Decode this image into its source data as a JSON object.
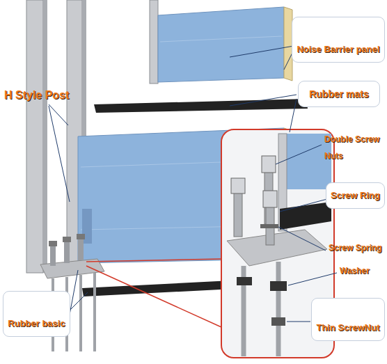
{
  "diagram": {
    "nodes": [
      {
        "text": [
          "Noise Barrier panel"
        ]
      },
      {
        "text": [
          "Rubber mats"
        ]
      },
      {
        "text": [
          "Screw Ring"
        ]
      },
      {
        "text": [
          "Thin ScrewNut"
        ]
      },
      {
        "text": [
          "Rubber basic"
        ]
      }
    ],
    "labels": [
      "H Style Post",
      "Double Screw Nuts",
      "Screw Spring",
      "Washer"
    ]
  }
}
